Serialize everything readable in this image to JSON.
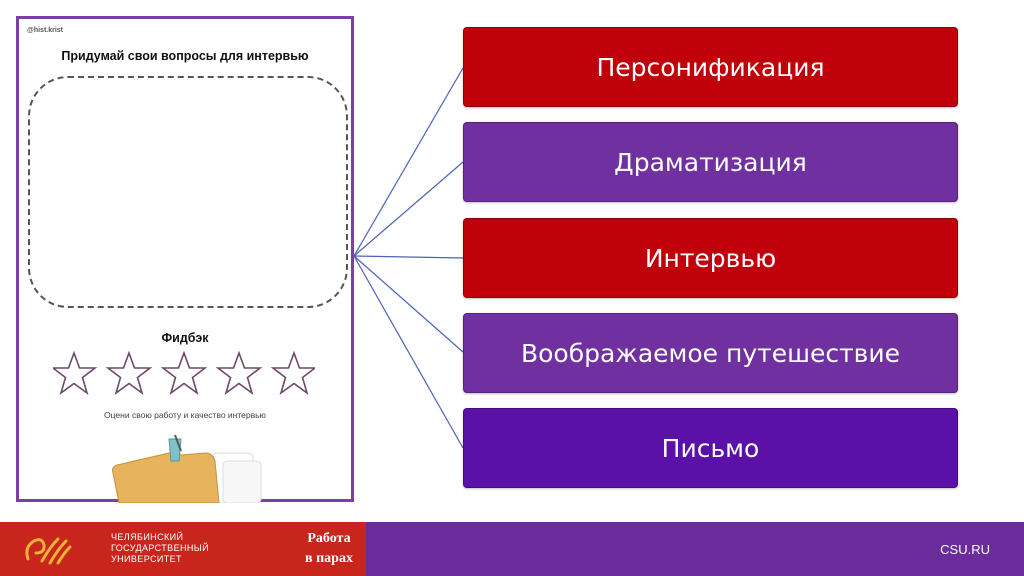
{
  "worksheet": {
    "handle": "@hist.krist",
    "title": "Придумай свои вопросы для интервью",
    "feedback_title": "Фидбэк",
    "rating_caption": "Оцени свою работу и качество интервью",
    "rating_max": 5
  },
  "categories": [
    {
      "label": "Персонификация",
      "color": "#c0000b"
    },
    {
      "label": "Драматизация",
      "color": "#7030a0"
    },
    {
      "label": "Интервью",
      "color": "#c0000b"
    },
    {
      "label": "Воображаемое путешествие",
      "color": "#7030a0"
    },
    {
      "label": "Письмо",
      "color": "#5b10a8"
    }
  ],
  "footer": {
    "university_line1": "ЧЕЛЯБИНСКИЙ",
    "university_line2": "ГОСУДАРСТВЕННЫЙ",
    "university_line3": "УНИВЕРСИТЕТ",
    "work_line1": "Работа",
    "work_line2": "в парах",
    "site": "CSU.RU",
    "red": "#c8261c",
    "purple": "#6a2c9b"
  }
}
